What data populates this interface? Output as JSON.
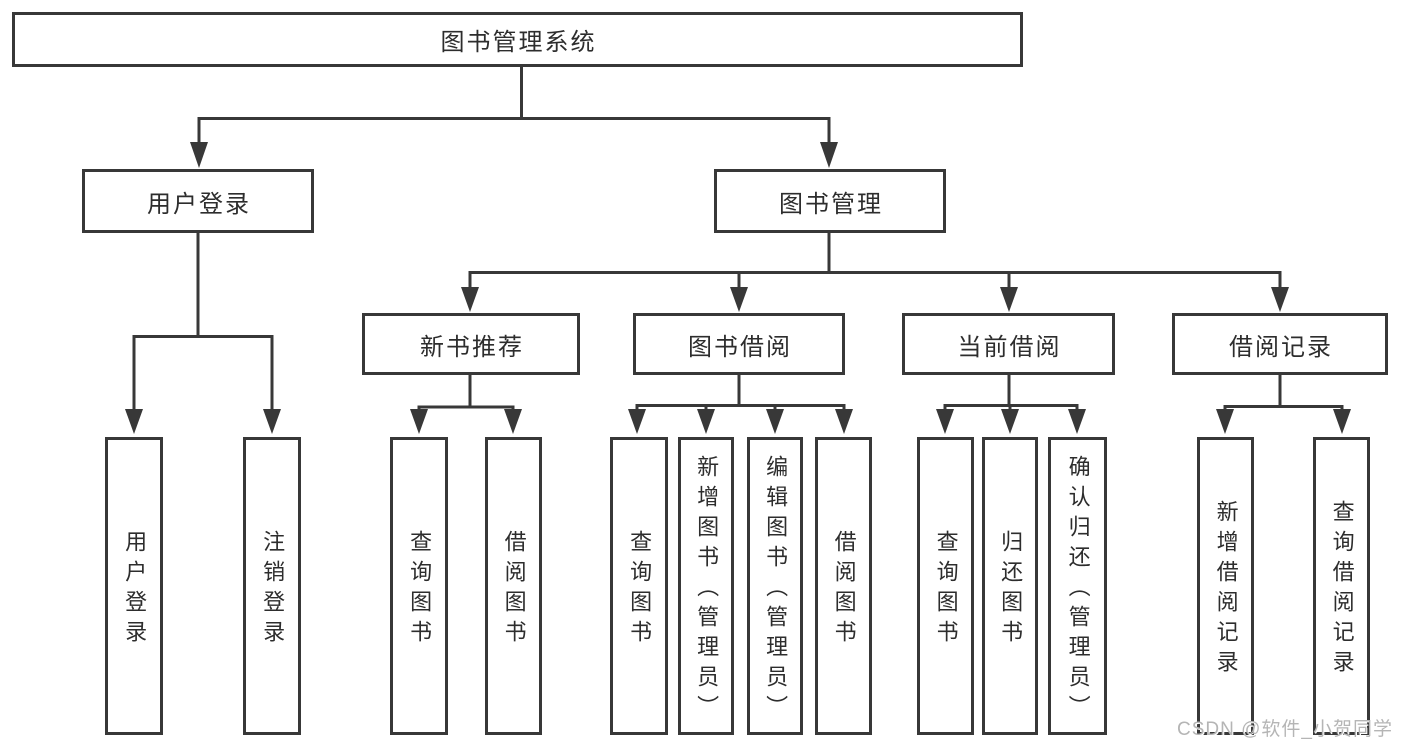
{
  "colors": {
    "line": "#383838",
    "box_border": "#383838",
    "box_fill": "#ffffff",
    "text": "#2d2d2d",
    "watermark": "#b5b5b5",
    "background": "#ffffff"
  },
  "watermark": {
    "text": "CSDN @软件_小贺同学"
  },
  "tree": {
    "root": {
      "label": "图书管理系统"
    },
    "branches": [
      {
        "label": "用户登录",
        "leaves": [
          {
            "label": "用户登录"
          },
          {
            "label": "注销登录"
          }
        ]
      },
      {
        "label": "图书管理",
        "groups": [
          {
            "label": "新书推荐",
            "leaves": [
              {
                "label": "查询图书"
              },
              {
                "label": "借阅图书"
              }
            ]
          },
          {
            "label": "图书借阅",
            "leaves": [
              {
                "label": "查询图书"
              },
              {
                "label": "新增图书（管理员）"
              },
              {
                "label": "编辑图书（管理员）"
              },
              {
                "label": "借阅图书"
              }
            ]
          },
          {
            "label": "当前借阅",
            "leaves": [
              {
                "label": "查询图书"
              },
              {
                "label": "归还图书"
              },
              {
                "label": "确认归还（管理员）"
              }
            ]
          },
          {
            "label": "借阅记录",
            "leaves": [
              {
                "label": "新增借阅记录"
              },
              {
                "label": "查询借阅记录"
              }
            ]
          }
        ]
      }
    ]
  }
}
